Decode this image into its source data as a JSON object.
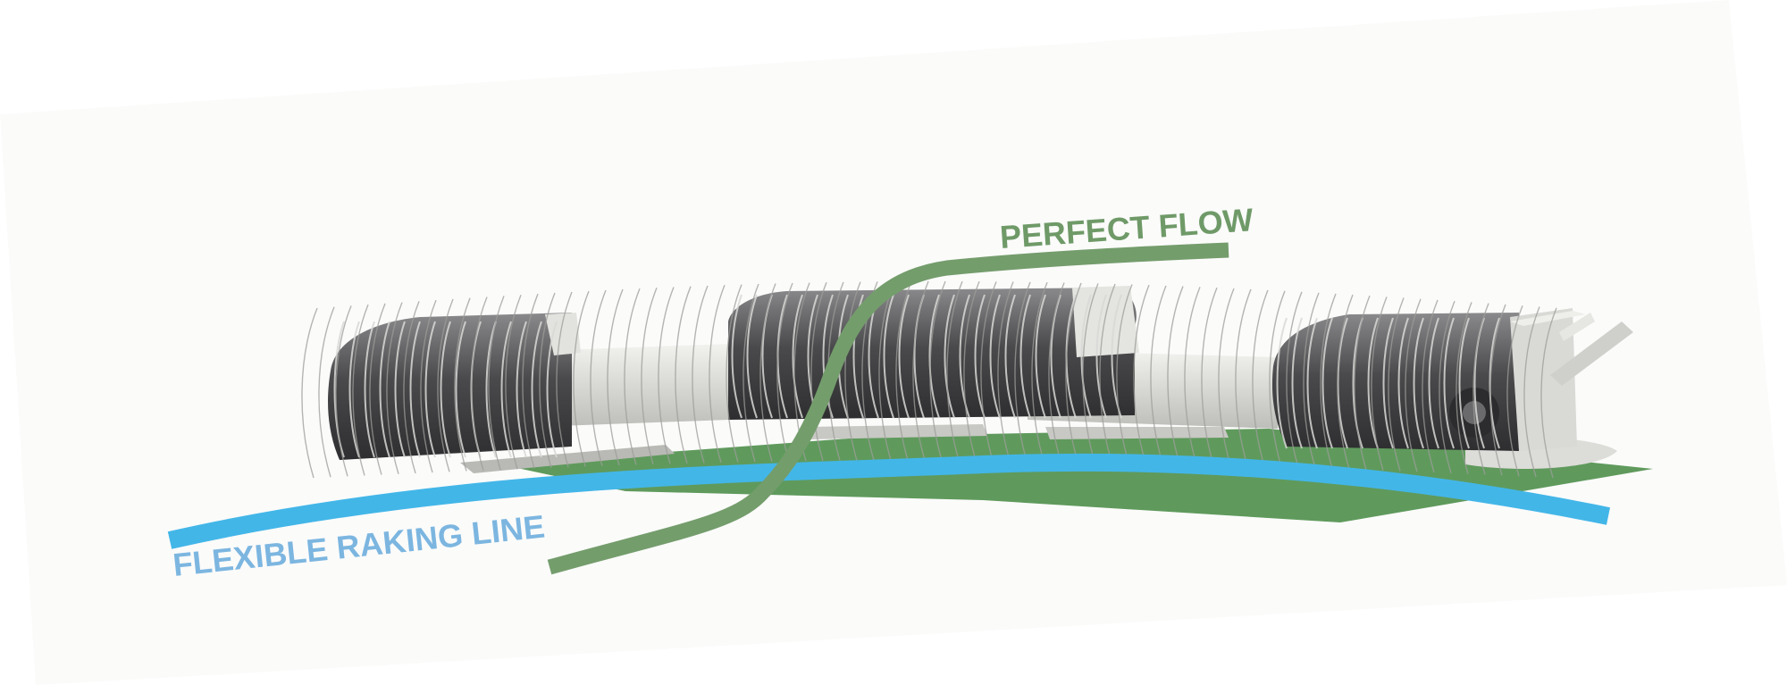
{
  "labels": {
    "perfect_flow": "PERFECT FLOW",
    "flexible_raking_line": "FLEXIBLE RAKING LINE"
  },
  "colors": {
    "background": "#ffffff",
    "sheet": "#fbfbfa",
    "perfect_flow_line": "#749d6c",
    "perfect_flow_text": "#6f9a68",
    "raking_line": "#43b6e8",
    "raking_text": "#7cb6e0",
    "ground": "#5f9a5c",
    "drum_dark": "#3a3a3b",
    "drum_mid": "#6c6c6e",
    "frame_light": "#d9d9d6"
  },
  "icons": [
    "rake-rotor-left",
    "rake-rotor-center",
    "rake-rotor-right",
    "tine-bar-left",
    "tine-bar-right",
    "drawbar-frame"
  ]
}
